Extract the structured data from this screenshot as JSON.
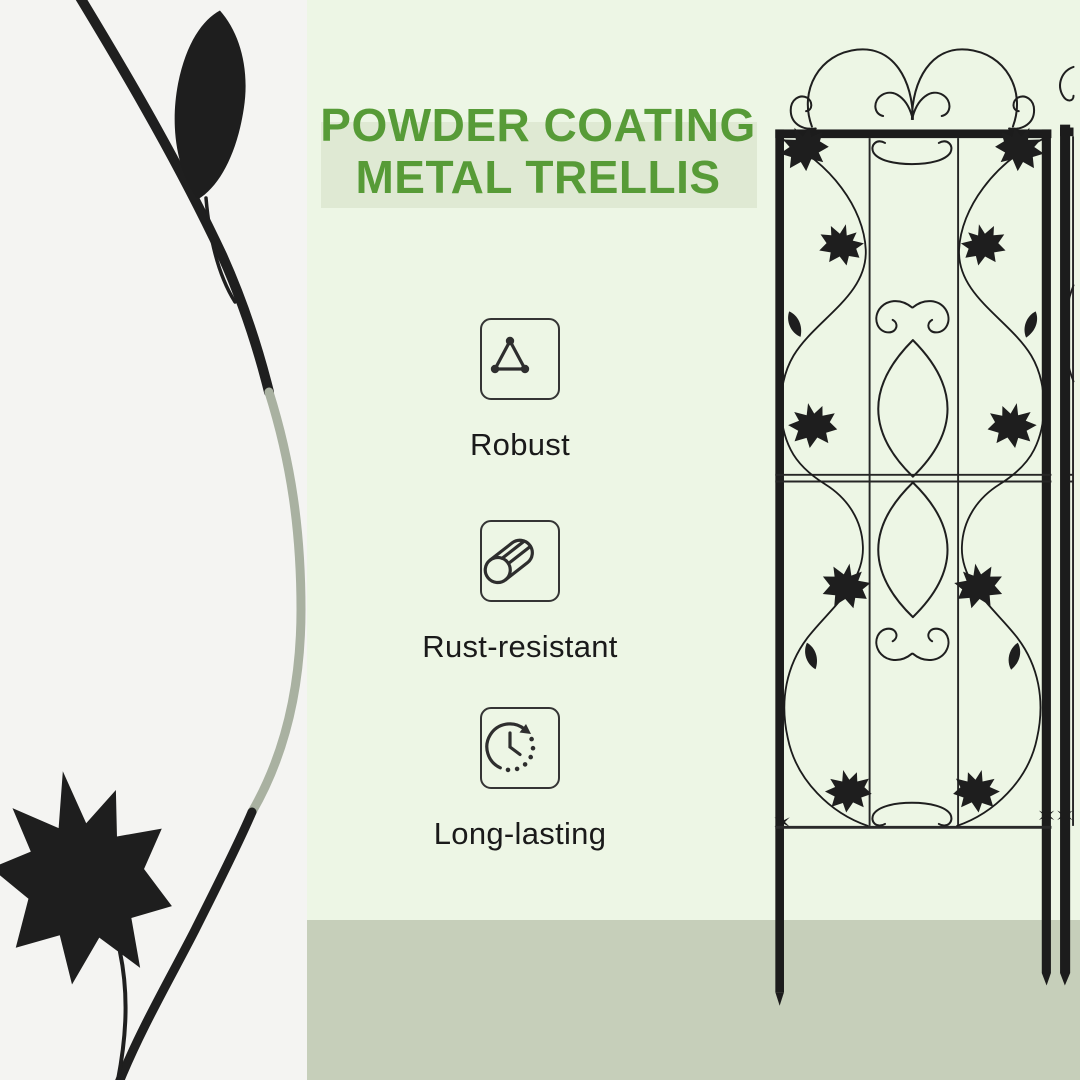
{
  "title": {
    "line1": "POWDER COATING",
    "line2": "METAL TRELLIS"
  },
  "features": [
    {
      "icon": "triangle-icon",
      "label": "Robust"
    },
    {
      "icon": "cylinder-icon",
      "label": "Rust-resistant"
    },
    {
      "icon": "clock-icon",
      "label": "Long-lasting"
    }
  ],
  "colors": {
    "title_green": "#579b37",
    "title_band": "#dfe9d3",
    "panel_green": "#edf6e5",
    "floor_sage": "#c6cfba",
    "left_panel_white": "#f4f4f2",
    "ink_black": "#1f1f1f",
    "icon_stroke": "#2e2e2e",
    "stem_grey": "#a9b1a1"
  },
  "decor": {
    "left_art": "black-vine-with-leaf-silhouettes",
    "right_art": "decorative-metal-trellis-with-maple-leaves",
    "right_art_secondary": "second-trellis-partial-at-edge"
  }
}
